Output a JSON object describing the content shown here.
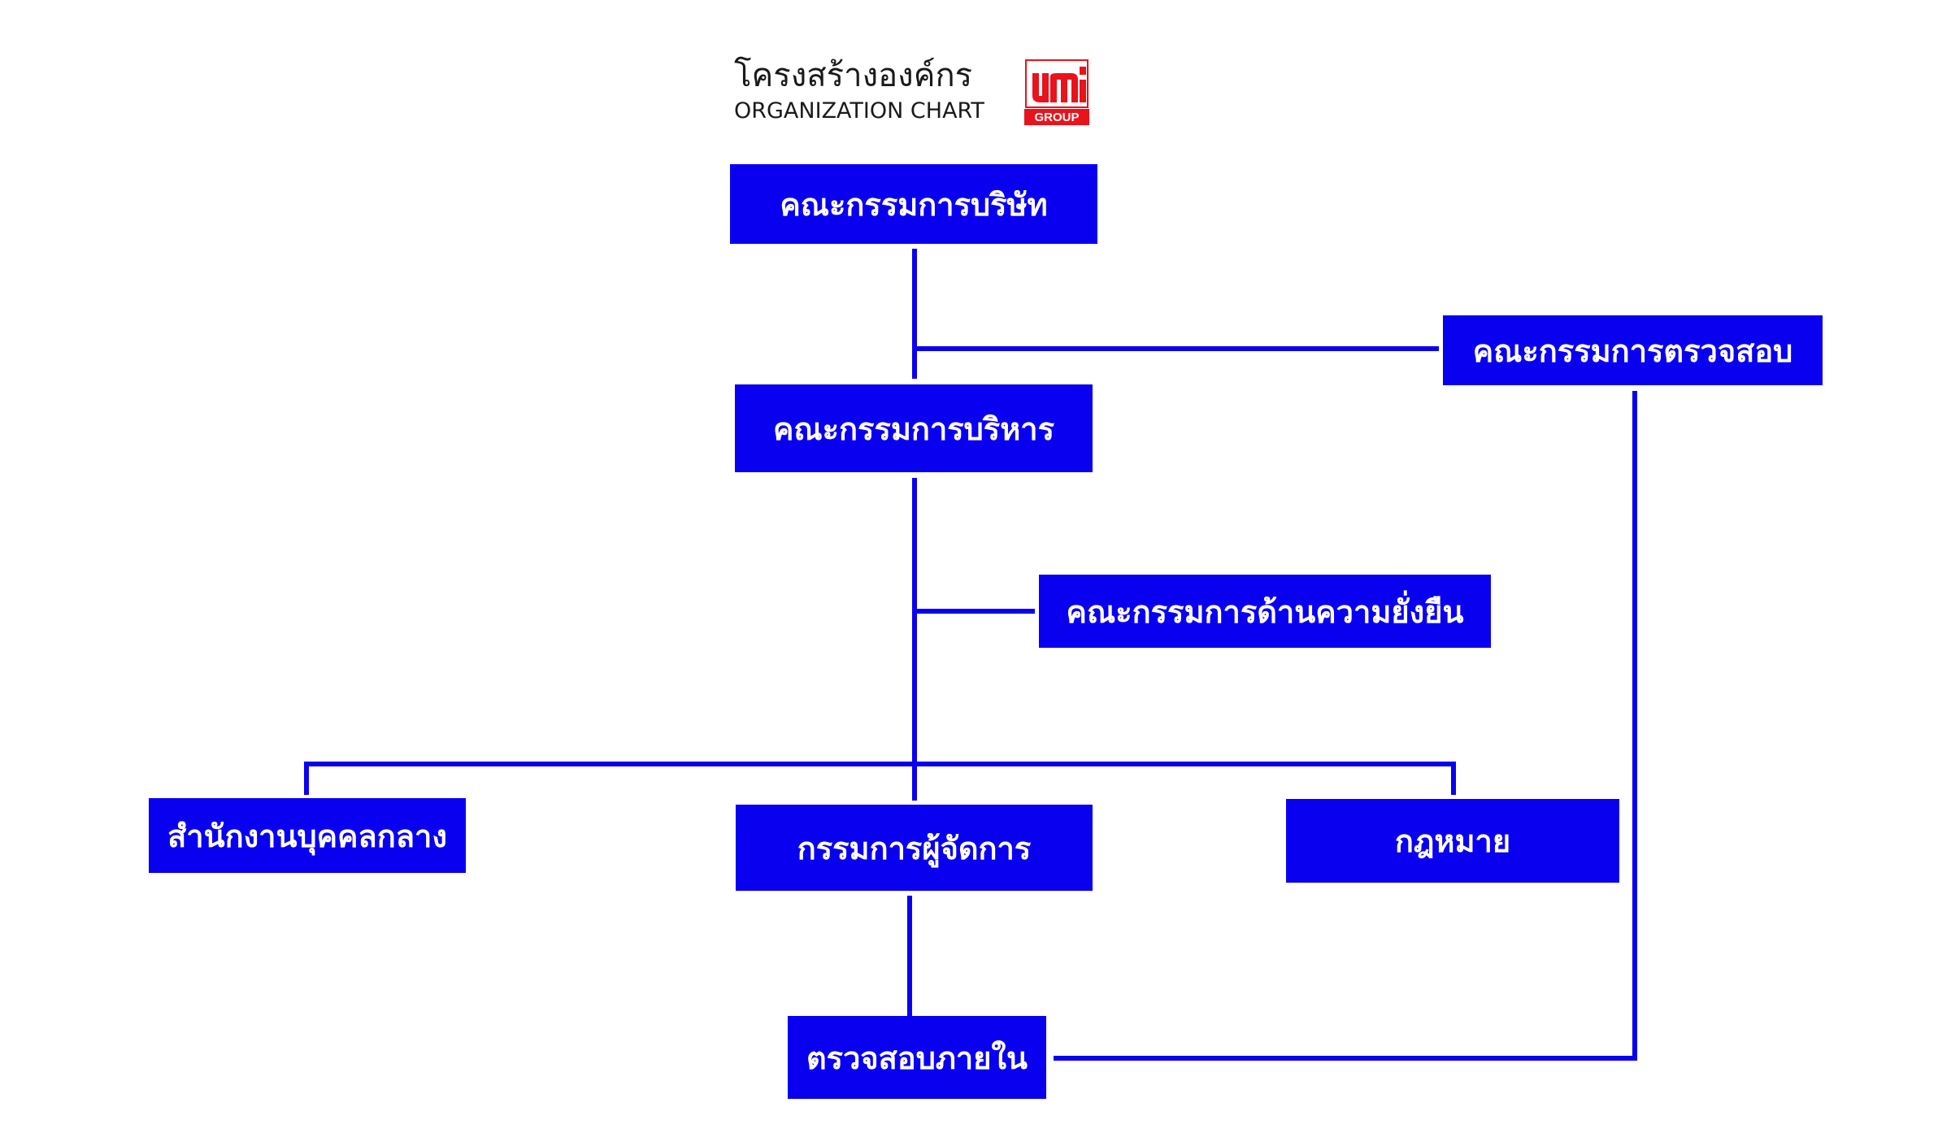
{
  "header": {
    "title_thai": "โครงสร้างองค์กร",
    "title_en": "ORGANIZATION CHART",
    "logo_text": "umi",
    "logo_sub": "GROUP"
  },
  "nodes": {
    "board": "คณะกรรมการบริษัท",
    "audit_committee": "คณะกรรมการตรวจสอบ",
    "executive_committee": "คณะกรรมการบริหาร",
    "sustainability_committee": "คณะกรรมการด้านความยั่งยืน",
    "central_hr": "สำนักงานบุคคลกลาง",
    "managing_director": "กรรมการผู้จัดการ",
    "legal": "กฎหมาย",
    "internal_audit": "ตรวจสอบภายใน"
  },
  "colors": {
    "box_fill": "#0a00f0",
    "box_text": "#ffffff",
    "line": "#0a00f0",
    "logo_red": "#e8131b"
  }
}
